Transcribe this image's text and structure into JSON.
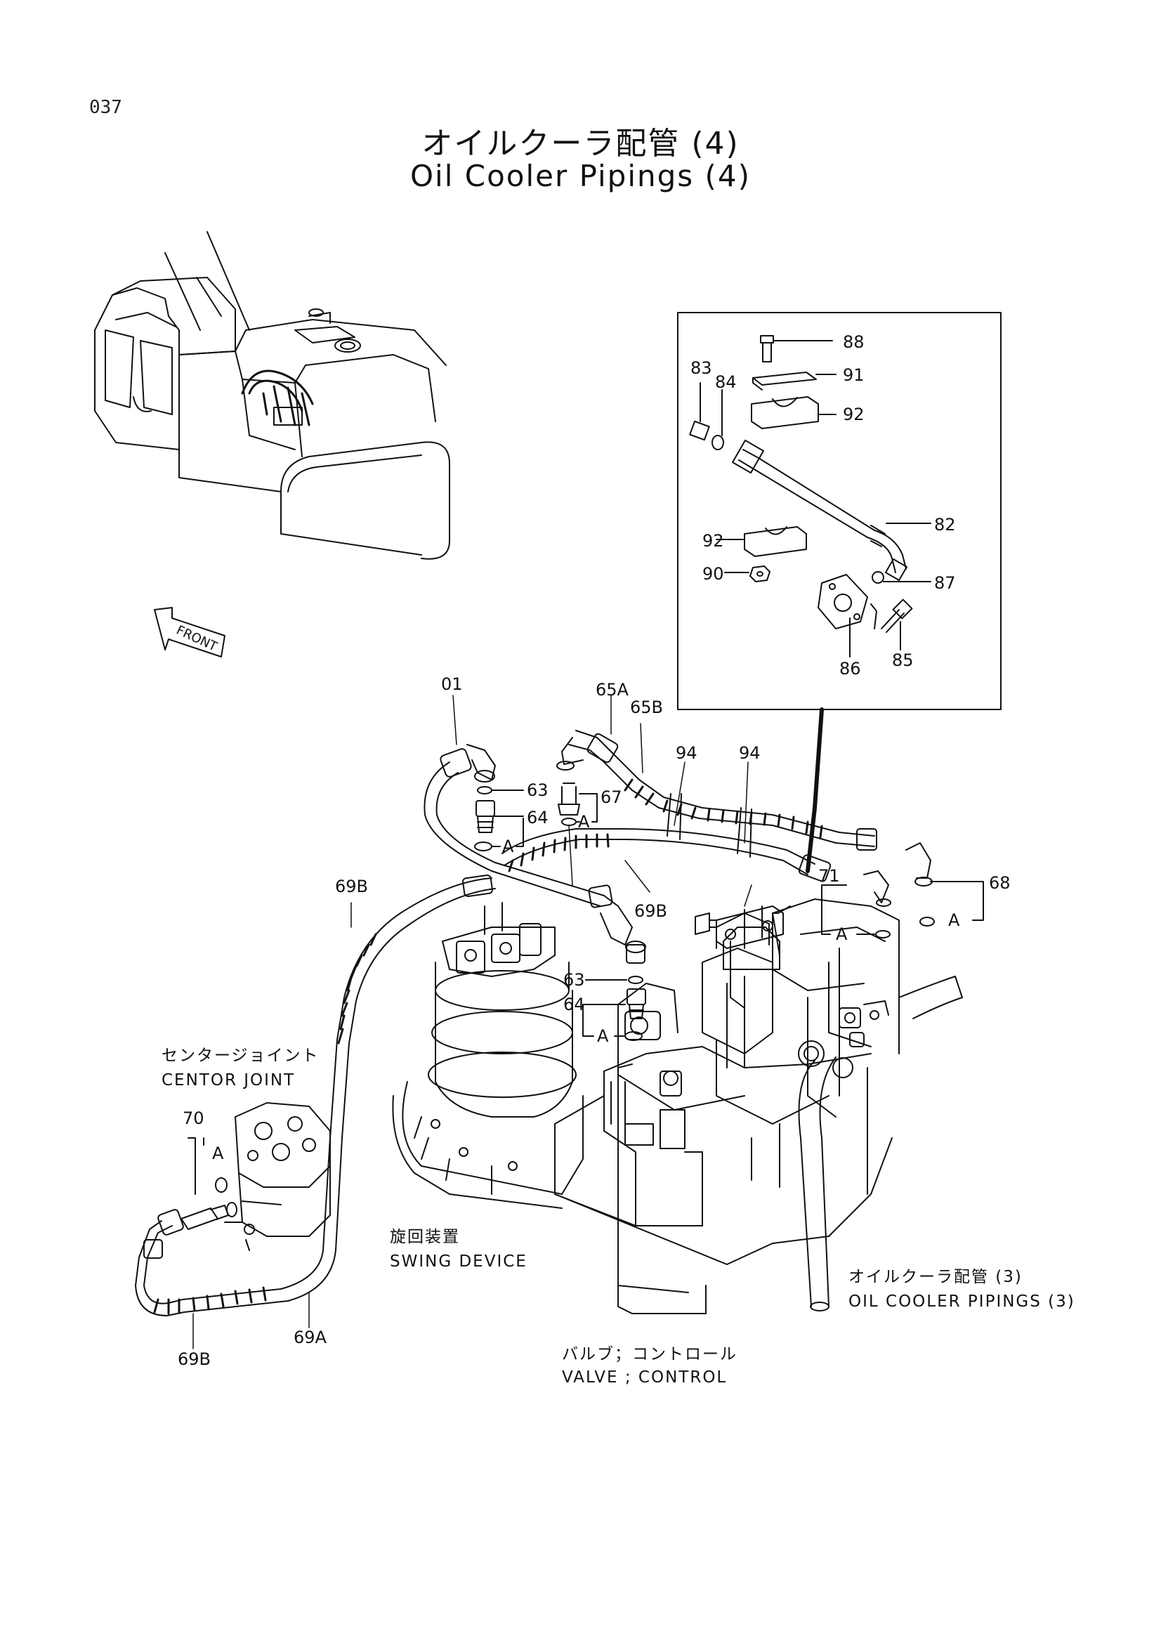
{
  "page_number": "037",
  "title_jp": "オイルクーラ配管 (4)",
  "title_en": "Oil Cooler Pipings (4)",
  "front_arrow_label": "FRONT",
  "part_labels": {
    "p88": "88",
    "p91": "91",
    "p92a": "92",
    "p83": "83",
    "p84": "84",
    "p82": "82",
    "p92b": "92",
    "p90": "90",
    "p87": "87",
    "p86": "86",
    "p85": "85",
    "p01": "01",
    "p65A": "65A",
    "p65B": "65B",
    "p94a": "94",
    "p94b": "94",
    "p63a": "63",
    "p67": "67",
    "p64a": "64",
    "pAa": "A",
    "pAb": "A",
    "p69Ba": "69B",
    "p69Bb": "69B",
    "p68": "68",
    "p71": "71",
    "pAc": "A",
    "pAd": "A",
    "p63b": "63",
    "p64b": "64",
    "pAe": "A",
    "p70": "70",
    "pAf": "A",
    "p69A": "69A",
    "p69Bc": "69B"
  },
  "captions": {
    "center_joint_jp": "センタージョイント",
    "center_joint_en": "CENTOR JOINT",
    "swing_device_jp": "旋回装置",
    "swing_device_en": "SWING DEVICE",
    "valve_jp": "バルブ；コントロール",
    "valve_en": "VALVE ; CONTROL",
    "oil_cooler_ref_jp": "オイルクーラ配管 (3)",
    "oil_cooler_ref_en": "OIL COOLER PIPINGS (3)"
  }
}
